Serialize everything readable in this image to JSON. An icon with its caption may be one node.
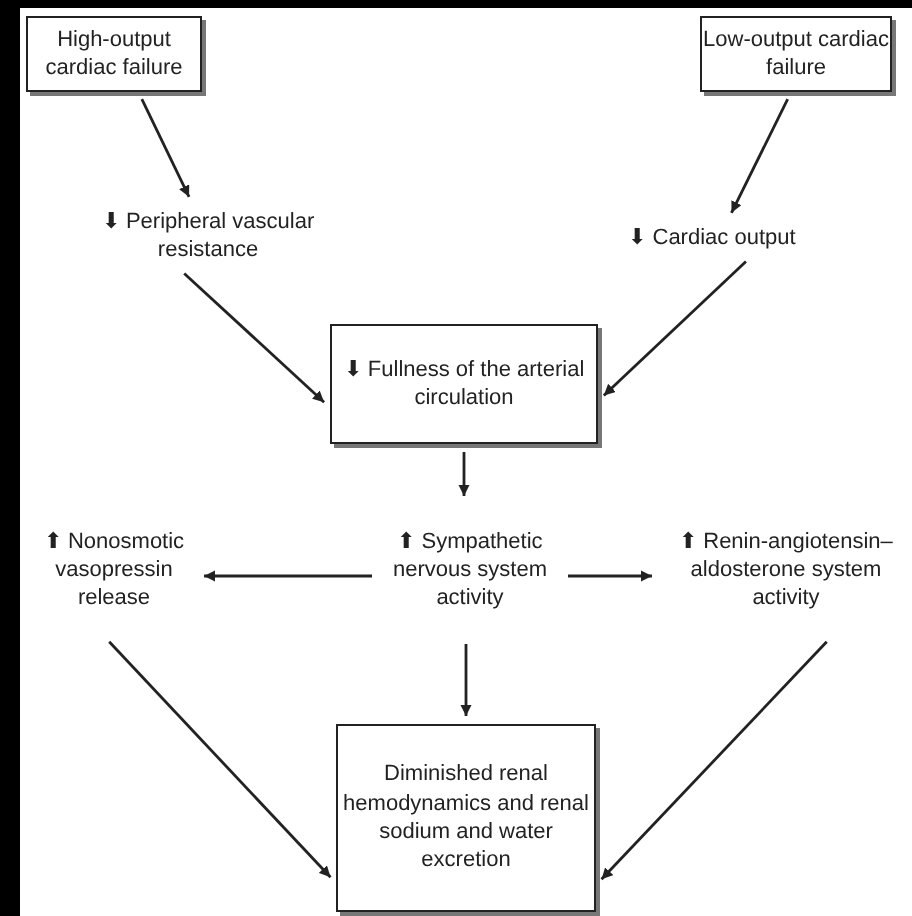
{
  "diagram": {
    "nodes": [
      {
        "text": [
          "High-output cardiac failure"
        ]
      },
      {
        "text": [
          "Low-output cardiac failure"
        ]
      },
      {
        "text": [
          "⬇ Peripheral vascular resistance"
        ]
      },
      {
        "text": [
          "⬇ Cardiac output"
        ]
      },
      {
        "text": [
          "⬇ Fullness of the arterial circulation"
        ]
      },
      {
        "text": [
          "⬆ Sympathetic nervous system activity"
        ]
      },
      {
        "text": [
          "⬆ Nonosmotic vasopressin release"
        ]
      },
      {
        "text": [
          "⬆ Renin-angiotensin–aldosterone system activity"
        ]
      },
      {
        "text": [
          "Diminished renal hemodynamics and renal sodium and water excretion"
        ]
      }
    ],
    "edges": [
      {
        "from": 0,
        "to": 2,
        "arrow": "to"
      },
      {
        "from": 1,
        "to": 3,
        "arrow": "to"
      },
      {
        "from": 2,
        "to": 4,
        "arrow": "to"
      },
      {
        "from": 3,
        "to": 4,
        "arrow": "to"
      },
      {
        "from": 4,
        "to": 5,
        "arrow": "to"
      },
      {
        "from": 5,
        "to": 6,
        "arrow": "to"
      },
      {
        "from": 5,
        "to": 7,
        "arrow": "to"
      },
      {
        "from": 5,
        "to": 8,
        "arrow": "to"
      },
      {
        "from": 6,
        "to": 8,
        "arrow": "to"
      },
      {
        "from": 7,
        "to": 8,
        "arrow": "to"
      }
    ]
  }
}
